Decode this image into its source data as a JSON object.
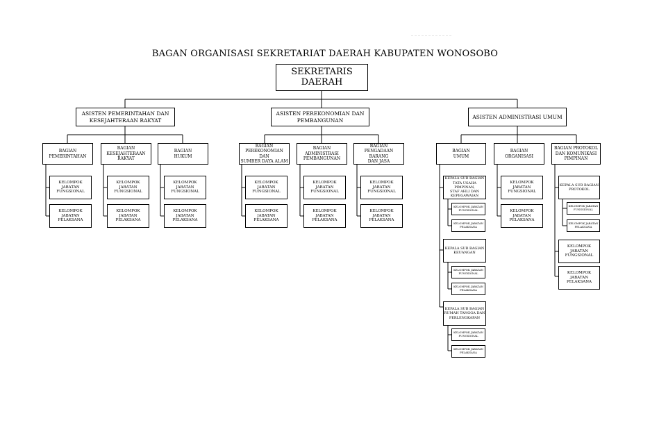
{
  "title": "BAGAN ORGANISASI SEKRETARIAT DAERAH KABUPATEN WONOSOBO",
  "root": "SEKRETARIS\nDAERAH",
  "assistants": {
    "a1": "ASISTEN  PEMERINTAHAN  DAN\nKESEJAHTERAAN  RAKYAT",
    "a2": "ASISTEN  PEREKONOMIAN  DAN\nPEMBANGUNAN",
    "a3": "ASISTEN  ADMINISTRASI  UMUM"
  },
  "bagian": {
    "b1": "BAGIAN\nPEMERINTAHAN",
    "b2": "BAGIAN\nKESEJAHTERAAN\nRAKYAT",
    "b3": "BAGIAN\nHUKUM",
    "b4": "BAGIAN\nPEREKONOMIAN DAN\nSUMBER  DAYA ALAM",
    "b5": "BAGIAN\nADMINISTRASI\nPEMBANGUNAN",
    "b6": "BAGIAN\nPENGADAAN  BARANG\nDAN JASA",
    "b7": "BAGIAN\nUMUM",
    "b8": "BAGIAN\nORGANISASI",
    "b9": "BAGIAN PROTOKOL\nDAN KOMUNIKASI\nPIMPINAN"
  },
  "kelompok": {
    "fungsional": "KELOMPOK JABATAN\nFUNGSIONAL",
    "pelaksana": "KELOMPOK JABATAN\nPELAKSANA"
  },
  "subbagian": {
    "s1": "KEPALA SUB BAGIAN\nTATA USAHA PIMPINAN,\nSTAF AHLI DAN\nKEPEGAWAIAN",
    "s2": "KEPALA SUB BAGIAN\nKEUANGAN",
    "s3": "KEPALA SUB BAGIAN\nRUMAH TANGGA DAN\nPERLENGKAPAN",
    "s4": "KEPALA SUB BAGIAN\nPROTOKOL"
  }
}
